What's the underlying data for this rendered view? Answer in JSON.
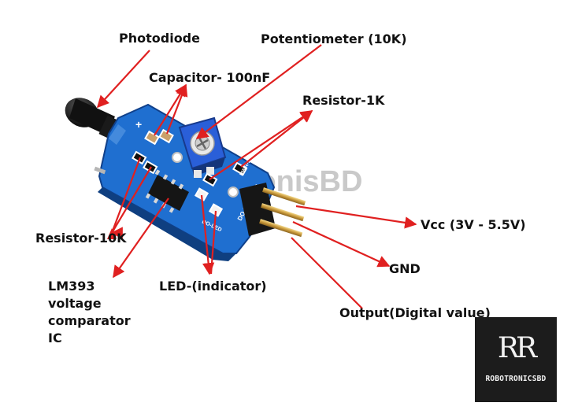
{
  "labels": {
    "photodiode": "Photodiode",
    "potentiometer": "Potentiometer (10K)",
    "capacitor": "Capacitor- 100nF",
    "resistor_1k": "Resistor-1K",
    "resistor_10k": "Resistor-10K",
    "lm393": "LM393\nvoltage\ncomparator\nIC",
    "led": "LED-(indicator)",
    "vcc": "Vcc (3V - 5.5V)",
    "gnd": "GND",
    "output": "Output(Digital value)"
  },
  "board": {
    "silk_left": "+",
    "silk_pins": "DO GND VCC",
    "silk_led": "PWR-LED",
    "silk_do": "DO-LED",
    "watermark": "tronisBD"
  },
  "logo": {
    "mark": "RR",
    "text": "ROBOTRONICSBD"
  },
  "colors": {
    "arrow": "#e02020",
    "board": "#1f6fd0",
    "pot": "#2a5fd8",
    "pin": "#d4a94a"
  }
}
